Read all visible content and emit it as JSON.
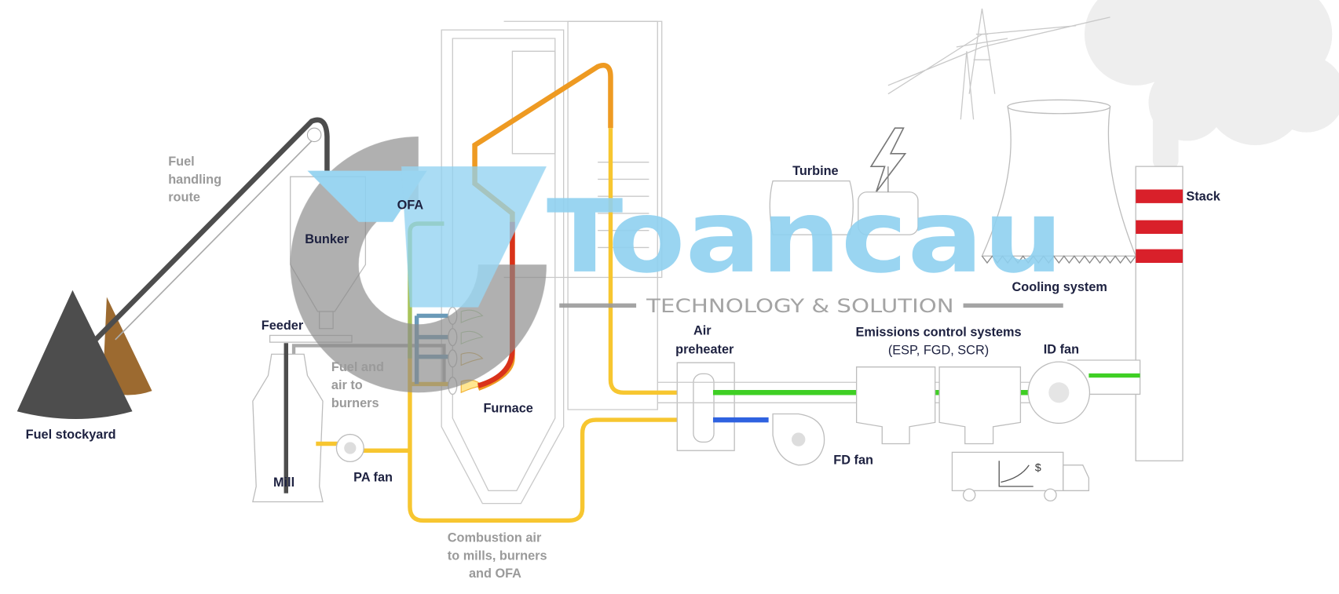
{
  "labels": {
    "fuel_stockyard": "Fuel stockyard",
    "fuel_handling_route": [
      "Fuel",
      "handling",
      "route"
    ],
    "bunker": "Bunker",
    "feeder": "Feeder",
    "mill": "Mill",
    "pa_fan": "PA fan",
    "fuel_air_burners": [
      "Fuel and",
      "air to",
      "burners"
    ],
    "ofa": "OFA",
    "furnace": "Furnace",
    "combustion_air": [
      "Combustion air",
      "to mills, burners",
      "and OFA"
    ],
    "air_preheater": [
      "Air",
      "preheater"
    ],
    "fd_fan": "FD fan",
    "emissions": "Emissions control systems",
    "emissions_sub": "(ESP, FGD, SCR)",
    "id_fan": "ID fan",
    "stack": "Stack",
    "turbine": "Turbine",
    "cooling_system": "Cooling system"
  },
  "watermark": {
    "brand": "Toancau",
    "tagline": "TECHNOLOGY & SOLUTION"
  },
  "truck_symbol": "$",
  "colors": {
    "coal": "#4d4d4d",
    "brown": "#9c6a30",
    "combustion_air": "#f7c630",
    "flue_gas": "#3fcf24",
    "fd_air": "#2f62e0",
    "ofa": "#a9c45a",
    "hot_orange": "#ee9a22",
    "hot_red": "#d9321a",
    "stack_red": "#d9202a",
    "watermark_blue": "#8fd1f0",
    "watermark_gray": "#8a8a8a"
  }
}
